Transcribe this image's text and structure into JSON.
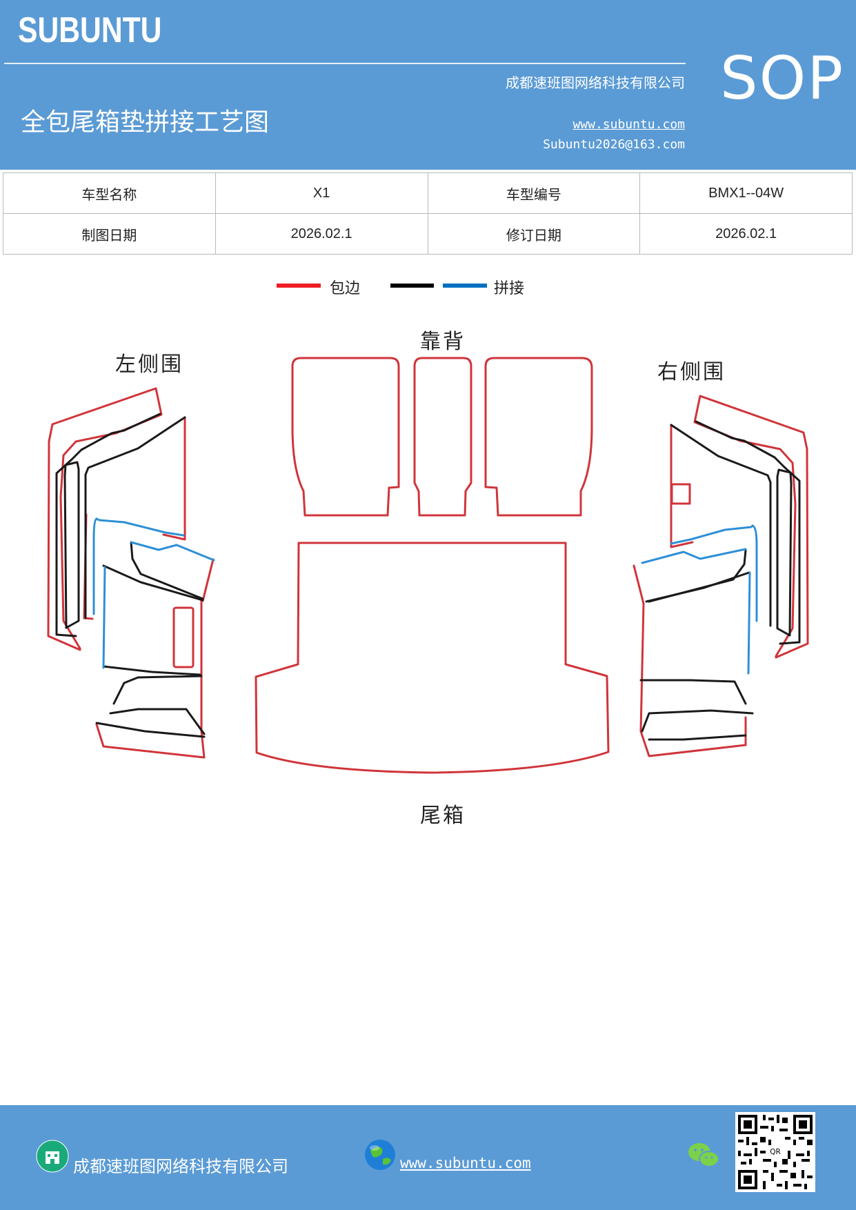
{
  "header": {
    "brand": "SUBUNTU",
    "tag": "SOP",
    "company": "成都速班图网络科技有限公司",
    "title": "全包尾箱垫拼接工艺图",
    "website": "www.subuntu.com",
    "email": "Subuntu2026@163.com"
  },
  "info_table": {
    "rows": [
      {
        "label1": "车型名称",
        "value1": "X1",
        "label2": "车型编号",
        "value2": "BMX1--04W"
      },
      {
        "label1": "制图日期",
        "value1": "2026.02.1",
        "label2": "修订日期",
        "value2": "2026.02.1"
      }
    ]
  },
  "legend": {
    "items": [
      {
        "label": "包边",
        "color": "#ee1c24"
      },
      {
        "label": "",
        "color": "#000000"
      },
      {
        "label": "拼接",
        "color": "#0070c0"
      }
    ]
  },
  "diagram": {
    "labels": {
      "left": "左侧围",
      "back": "靠背",
      "right": "右侧围",
      "trunk": "尾箱"
    },
    "colors": {
      "edge": "#d0343a",
      "black": "#1a1a1a",
      "splice": "#2d8fd6"
    }
  },
  "footer": {
    "company": "成都速班图网络科技有限公司",
    "website": "www.subuntu.com",
    "icons": [
      "building-icon",
      "globe-icon",
      "wechat-icon",
      "qr-code"
    ]
  }
}
